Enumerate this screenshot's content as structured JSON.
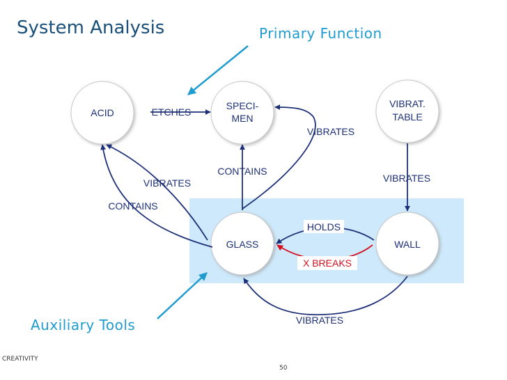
{
  "title": "System Analysis",
  "annotations": {
    "primary": "Primary Function",
    "auxiliary": "Auxiliary Tools"
  },
  "nodes": {
    "acid": "ACID",
    "specimen_line1": "SPECI-",
    "specimen_line2": "MEN",
    "table_line1": "VIBRAT.",
    "table_line2": "TABLE",
    "glass": "GLASS",
    "wall": "WALL"
  },
  "edges": {
    "acid_etches_specimen": "ETCHES",
    "glass_vibrates_specimen": "VIBRATES",
    "glass_contains_specimen": "CONTAINS",
    "table_vibrates_wall": "VIBRATES",
    "glass_vibrates_acid": "VIBRATES",
    "glass_contains_acid": "CONTAINS",
    "wall_holds_glass": "HOLDS",
    "wall_breaks_glass": "X BREAKS",
    "wall_vibrates_glass": "VIBRATES"
  },
  "footer": {
    "left": "CREATIVITY",
    "page": "50"
  },
  "colors": {
    "title": "#1a4f7a",
    "annotation": "#1f9bcf",
    "edge": "#1c2f78",
    "harmful_edge": "#d5101e",
    "highlight": "#cde9fb"
  }
}
